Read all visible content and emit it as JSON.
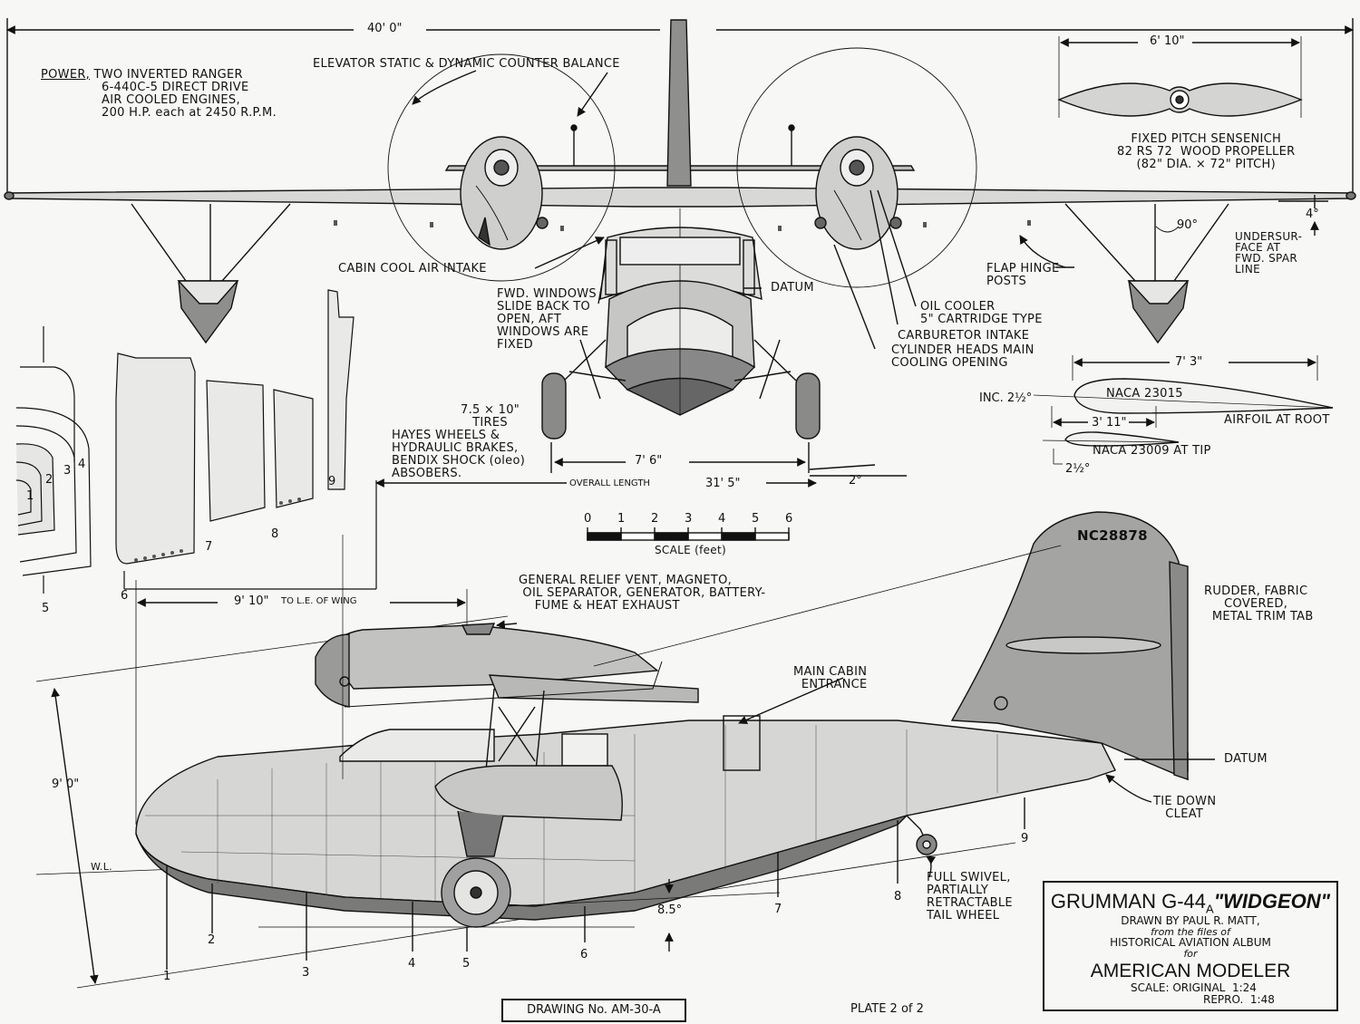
{
  "title_block": {
    "title_main": "GRUMMAN G-44",
    "title_sub": "A",
    "title_name": "\"WIDGEON\"",
    "drawn_by": "DRAWN BY PAUL R. MATT,",
    "from_files": "from the files of",
    "album": "HISTORICAL AVIATION ALBUM",
    "for": "for",
    "magazine": "AMERICAN MODELER",
    "scale_original": "SCALE: ORIGINAL  1:24",
    "scale_repro": "REPRO.  1:48"
  },
  "drawing_number": "DRAWING  No.  AM-30-A",
  "plate": "PLATE  2 of 2",
  "power": {
    "heading": "POWER,",
    "line1": " TWO INVERTED RANGER",
    "line2": "6-440C-5 DIRECT DRIVE",
    "line3": "AIR COOLED ENGINES,",
    "line4": "200 H.P. each at 2450 R.P.M."
  },
  "dimensions": {
    "span": "40' 0\"",
    "propeller_dia": "6' 10\"",
    "tread": "7' 6\"",
    "overall_length_label": "OVERALL LENGTH",
    "overall_length": "31' 5\"",
    "dihedral": "2°",
    "to_le_value": "9' 10\"",
    "to_le_label": "TO L.E. OF WING",
    "height": "9' 0\"",
    "root_chord": "7' 3\"",
    "tip_chord": "3' 11\"",
    "incidence": "INC. 2½°",
    "tip_incidence": "2½°",
    "strut_angle": "90°",
    "undersurface_angle": "4°",
    "hull_angle": "8.5°"
  },
  "annotations": {
    "elevator_balance": "ELEVATOR STATIC & DYNAMIC COUNTER BALANCE",
    "propeller": "FIXED PITCH SENSENICH\n82 RS 72  WOOD PROPELLER\n(82\" DIA. × 72\" PITCH)",
    "undersurface": "UNDERSUR-\nFACE AT\nFWD. SPAR\nLINE",
    "cabin_cool_air": "CABIN COOL AIR INTAKE",
    "flap_hinge": "FLAP HINGE\nPOSTS",
    "fwd_windows": "FWD. WINDOWS\nSLIDE BACK TO\nOPEN, AFT\nWINDOWS ARE\nFIXED",
    "datum_front": "DATUM",
    "oil_cooler": "OIL COOLER\n5\" CARTRIDGE TYPE",
    "carburetor": "CARBURETOR INTAKE",
    "cylinder_heads": "CYLINDER HEADS MAIN\nCOOLING OPENING",
    "naca_root": "NACA 23015",
    "airfoil_root": "AIRFOIL AT ROOT",
    "naca_tip": "NACA 23009 AT TIP",
    "tires": "7.5 × 10\"\nTIRES",
    "wheels": "HAYES WHEELS &\nHYDRAULIC BRAKES,\nBENDIX SHOCK (oleo)\nABSOBERS.",
    "relief_vent": "GENERAL RELIEF VENT, MAGNETO,\n OIL SEPARATOR, GENERATOR, BATTERY-\n    FUME & HEAT EXHAUST",
    "rudder": "RUDDER, FABRIC\n     COVERED,\n  METAL TRIM TAB",
    "cabin_entrance": "MAIN CABIN\n  ENTRANCE",
    "datum_side": "DATUM",
    "tie_down": "TIE DOWN\n   CLEAT",
    "tail_wheel": "FULL SWIVEL,\nPARTIALLY\nRETRACTABLE\nTAIL WHEEL",
    "waterline": "W.L.",
    "registration": "NC28878"
  },
  "scale_bar": {
    "ticks": [
      "0",
      "1",
      "2",
      "3",
      "4",
      "5",
      "6"
    ],
    "label": "SCALE (feet)"
  },
  "sections": {
    "section_numbers": [
      "1",
      "2",
      "3",
      "4",
      "5",
      "6",
      "7",
      "8",
      "9"
    ]
  },
  "station_numbers": [
    "1",
    "2",
    "3",
    "4",
    "5",
    "6",
    "7",
    "8",
    "9"
  ]
}
